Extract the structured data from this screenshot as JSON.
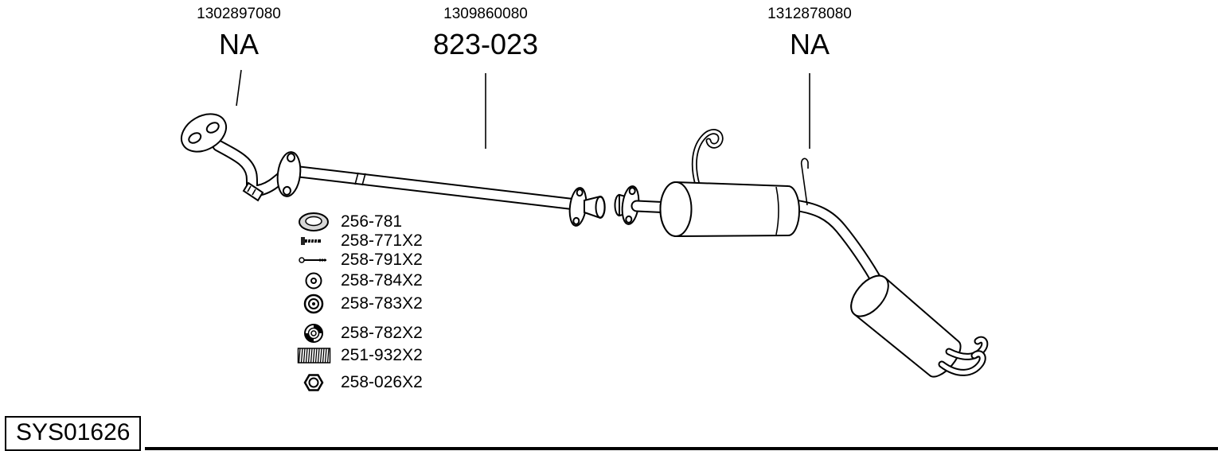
{
  "diagram_id": "SYS01626",
  "top_labels": [
    {
      "code": "1302897080",
      "label": "NA"
    },
    {
      "code": "1309860080",
      "label": "823-023"
    },
    {
      "code": "1312878080",
      "label": "NA"
    }
  ],
  "parts": [
    {
      "number": "256-781",
      "icon": "gasket-ring-icon"
    },
    {
      "number": "258-771X2",
      "icon": "bolt-short-icon"
    },
    {
      "number": "258-791X2",
      "icon": "bolt-long-icon"
    },
    {
      "number": "258-784X2",
      "icon": "washer-small-icon"
    },
    {
      "number": "258-783X2",
      "icon": "washer-large-icon"
    },
    {
      "number": "258-782X2",
      "icon": "rubber-mount-icon"
    },
    {
      "number": "251-932X2",
      "icon": "coil-spring-icon"
    },
    {
      "number": "258-026X2",
      "icon": "hex-nut-icon"
    }
  ],
  "components": [
    "front-pipe",
    "center-pipe",
    "center-muffler",
    "rear-muffler",
    "tailpipe-hooks"
  ],
  "colors": {
    "line": "#000000",
    "background": "#ffffff"
  }
}
